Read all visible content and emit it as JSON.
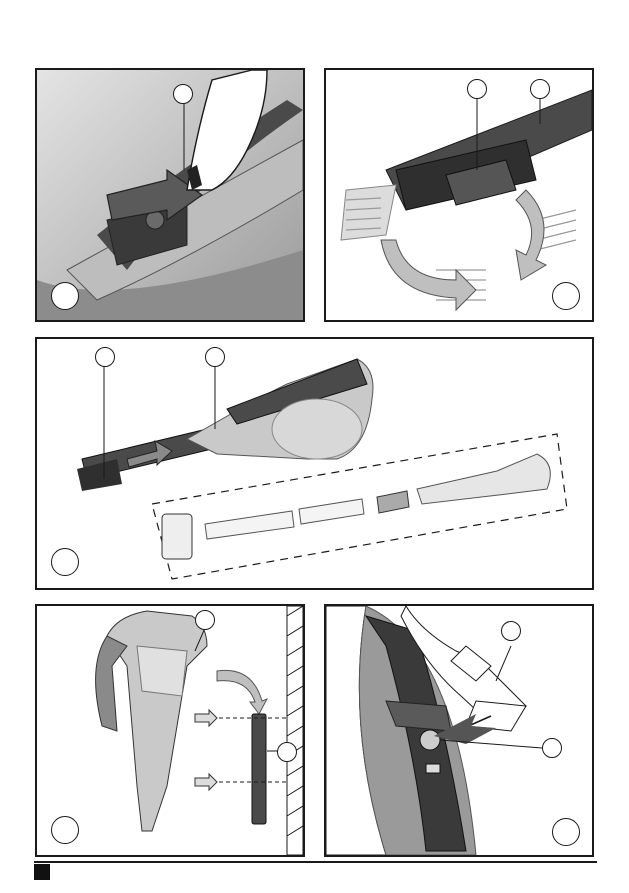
{
  "page": {
    "title": "",
    "page_marker": ""
  },
  "figures": [
    {
      "id": "A",
      "label": "",
      "callouts": [
        "",
        ""
      ]
    },
    {
      "id": "B",
      "label": "",
      "callouts": [
        "",
        ""
      ]
    },
    {
      "id": "C",
      "label": "",
      "callouts": [
        "",
        ""
      ]
    },
    {
      "id": "D",
      "label": "",
      "callouts": [
        "",
        ""
      ]
    },
    {
      "id": "E",
      "label": "",
      "callouts": [
        "",
        ""
      ]
    }
  ],
  "colors": {
    "outline": "#1a1a1a",
    "device_dark": "#4a4a4a",
    "device_mid": "#8a8a8a",
    "device_light": "#c9c9c9",
    "background": "#ffffff"
  }
}
